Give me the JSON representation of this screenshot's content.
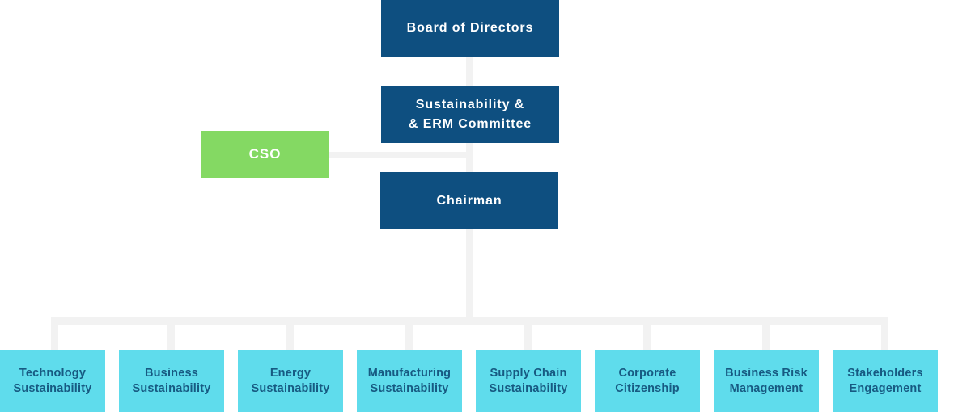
{
  "colors": {
    "primary_blue": "#0e4f80",
    "cso_green": "#84d963",
    "department_cyan": "#5fdcec",
    "connector_gray": "#f2f2f2",
    "department_text_blue": "#175a82",
    "node_text_white": "#ffffff"
  },
  "chart": {
    "type": "org-chart",
    "board": "Board of Directors",
    "committee_line1": "Sustainability &",
    "committee_line2": "& ERM Committee",
    "chairman": "Chairman",
    "cso": "CSO",
    "departments": [
      {
        "line1": "Technology",
        "line2": "Sustainability"
      },
      {
        "line1": "Business",
        "line2": "Sustainability"
      },
      {
        "line1": "Energy",
        "line2": "Sustainability"
      },
      {
        "line1": "Manufacturing",
        "line2": "Sustainability"
      },
      {
        "line1": "Supply Chain",
        "line2": "Sustainability"
      },
      {
        "line1": "Corporate",
        "line2": "Citizenship"
      },
      {
        "line1": "Business Risk",
        "line2": "Management"
      },
      {
        "line1": "Stakeholders",
        "line2": "Engagement"
      }
    ]
  }
}
